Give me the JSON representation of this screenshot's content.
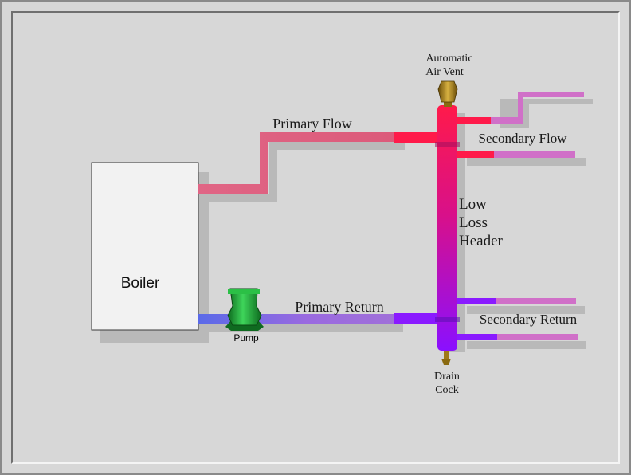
{
  "labels": {
    "boiler": "Boiler",
    "pump": "Pump",
    "primary_flow": "Primary Flow",
    "primary_return": "Primary Return",
    "secondary_flow": "Secondary Flow",
    "secondary_return": "Secondary Return",
    "header_line1": "Low",
    "header_line2": "Loss",
    "header_line3": "Header",
    "vent_line1": "Automatic",
    "vent_line2": "Air Vent",
    "drain_line1": "Drain",
    "drain_line2": "Cock"
  },
  "colors": {
    "flow_pipe": "#e0607a",
    "flow_hot": "#ff1a4a",
    "return_pipe": "#5a60e8",
    "return_mid": "#9b6ae0",
    "return_hot": "#8a1aff",
    "secondary_pipe": "#d070c8",
    "pump_green": "#1fa83a",
    "vent_brass": "#b08a1e",
    "boiler_fill": "#f2f2f2"
  }
}
